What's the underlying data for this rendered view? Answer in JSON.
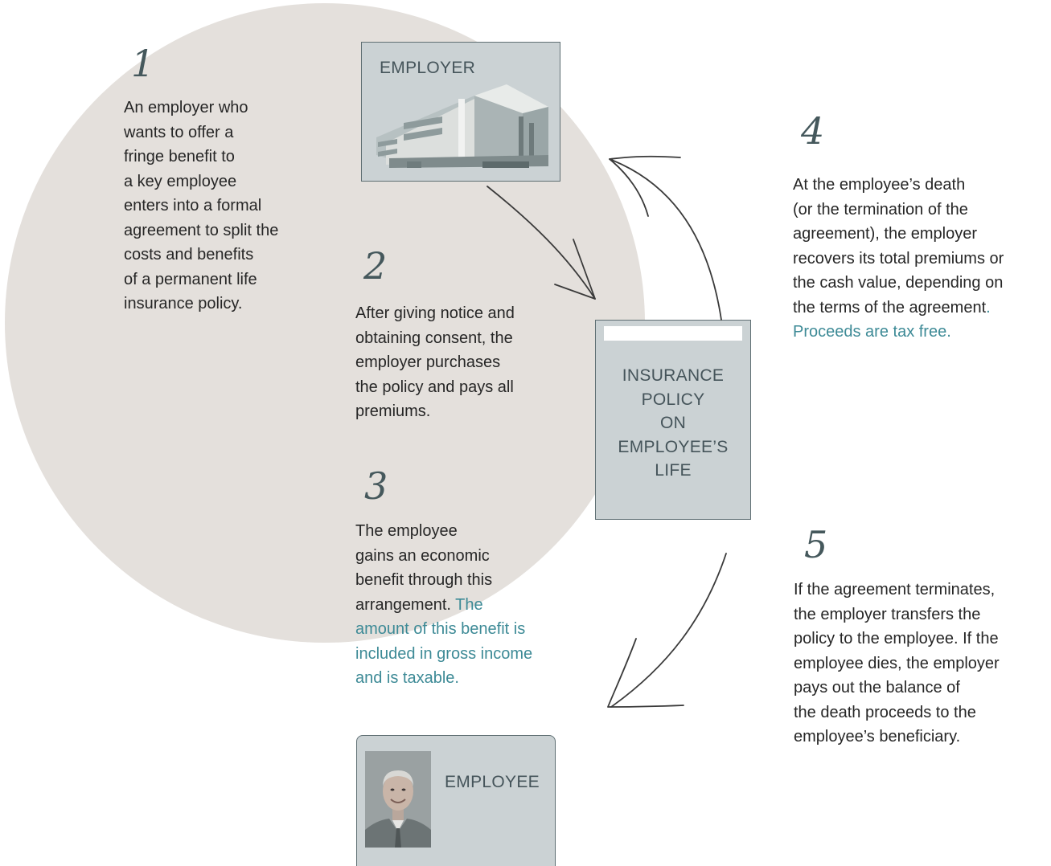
{
  "employer_box": {
    "label": "EMPLOYER",
    "icon": "office-building-icon"
  },
  "policy_box": {
    "label_lines": [
      "INSURANCE",
      "POLICY",
      "ON",
      "EMPLOYEE’S",
      "LIFE"
    ]
  },
  "employee_box": {
    "label": "EMPLOYEE",
    "icon": "employee-portrait"
  },
  "steps": [
    {
      "number": "1",
      "text_lines": [
        "An employer who",
        "wants to offer a",
        "fringe benefit to",
        "a key employee",
        "enters into a formal",
        "agreement to split the",
        "costs and benefits",
        "of a permanent life",
        "insurance policy."
      ]
    },
    {
      "number": "2",
      "text_lines": [
        "After giving notice and",
        "obtaining consent, the",
        "employer purchases",
        "the policy and pays all",
        "premiums."
      ]
    },
    {
      "number": "3",
      "text_lines": [
        "The employee",
        "gains an economic",
        "benefit through this",
        "arrangement."
      ],
      "highlight_lines": [
        "The",
        "amount of this benefit is",
        "included in gross income",
        "and is taxable."
      ]
    },
    {
      "number": "4",
      "text_lines": [
        "At the employee’s death",
        "(or the termination of the",
        "agreement), the employer",
        "recovers its total premiums or",
        "the cash value, depending on",
        "the terms of the agreement"
      ],
      "highlight_lines": [
        ".",
        "Proceeds are tax free."
      ]
    },
    {
      "number": "5",
      "text_lines": [
        "If the agreement terminates,",
        "the employer transfers the",
        "policy to the employee. If the",
        "employee dies, the employer",
        "pays out the balance of",
        "the death proceeds to the",
        "employee’s beneficiary."
      ]
    }
  ],
  "colors": {
    "circle": "#e4e0dc",
    "box_fill": "#cbd2d4",
    "highlight": "#3d8a96",
    "number": "#45585c",
    "arrow": "#3a3a3a"
  }
}
